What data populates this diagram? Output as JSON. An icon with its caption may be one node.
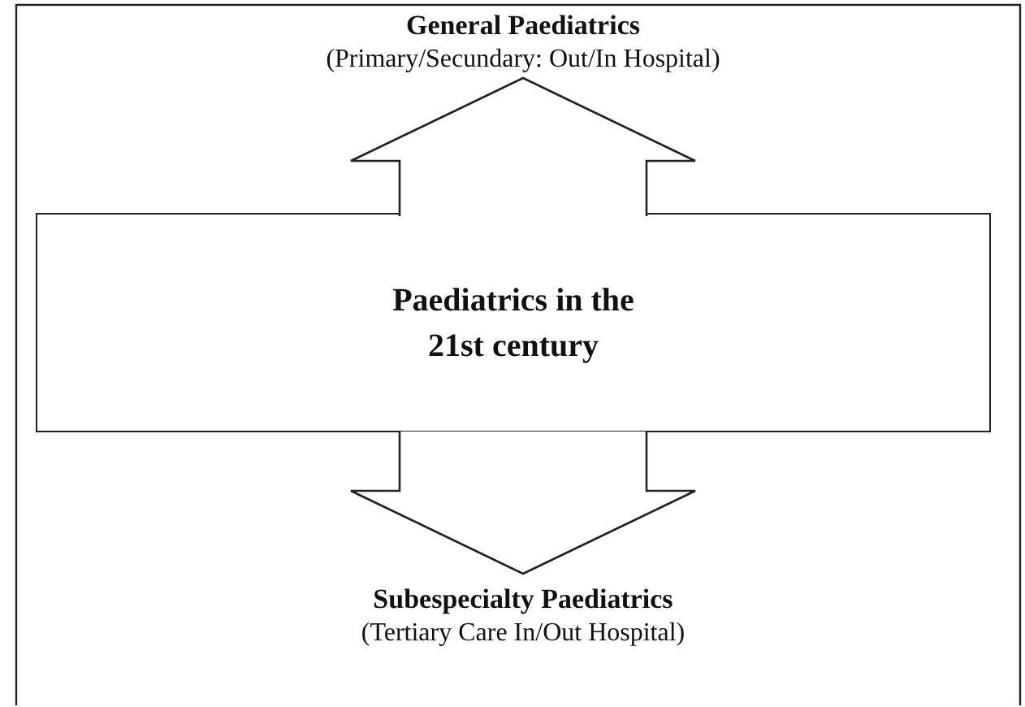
{
  "diagram": {
    "nodes": [
      {
        "text": [
          "General Paediatrics",
          "(Primary/Secundary: Out/In Hospital)"
        ]
      },
      {
        "text": [
          "Paediatrics in the 21st century"
        ]
      },
      {
        "text": [
          "Subespecialty Paediatrics",
          "(Tertiary Care In/Out Hospital)"
        ]
      }
    ],
    "edges": [
      {
        "from": 1,
        "to": 0,
        "arrow": "to"
      },
      {
        "from": 1,
        "to": 2,
        "arrow": "to"
      }
    ]
  }
}
